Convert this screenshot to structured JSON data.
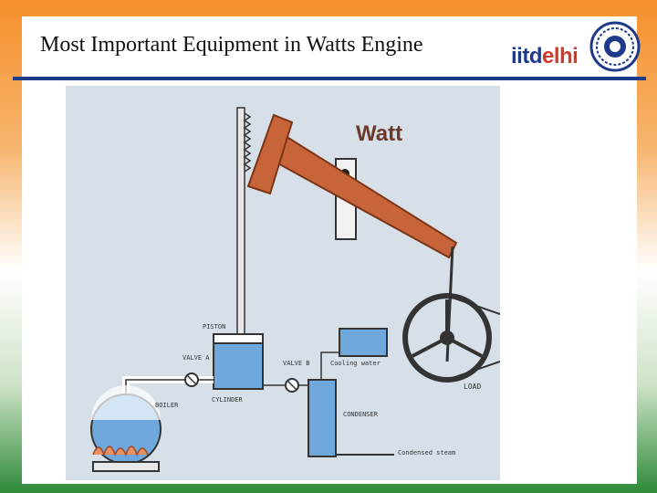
{
  "slide": {
    "title": "Most Important Equipment in Watts Engine"
  },
  "logo": {
    "prefix": "iitd",
    "suffix": "elhi"
  },
  "figure": {
    "heading": "Watt",
    "labels": {
      "piston": "PISTON",
      "valve_a": "VALVE A",
      "valve_b": "VALVE B",
      "cooling_water": "Cooling water",
      "boiler": "BOILER",
      "cylinder": "CYLINDER",
      "condenser": "CONDENSER",
      "condensed_steam": "Condensed steam",
      "load": "LOAD"
    }
  },
  "colors": {
    "accent_rule": "#1e3a8a",
    "beam": "#c8643a",
    "water": "#6fa8dc",
    "pipe": "#ffffff"
  }
}
